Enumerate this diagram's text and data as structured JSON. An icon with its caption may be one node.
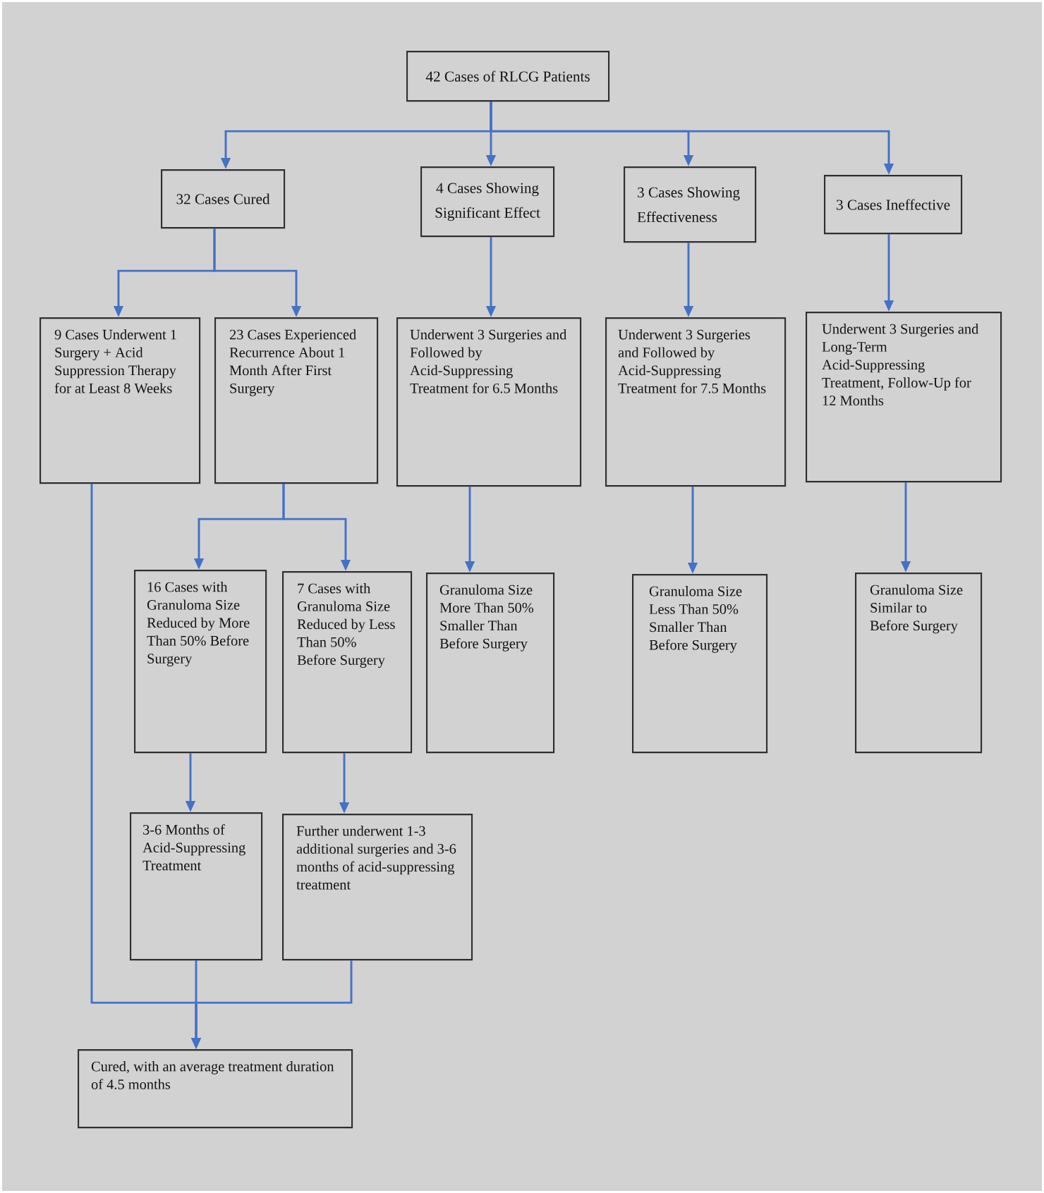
{
  "diagram": {
    "nodes": [
      {
        "text": [
          "42 Cases of RLCG Patients"
        ]
      },
      {
        "text": [
          "32 Cases Cured"
        ]
      },
      {
        "text": [
          "4 Cases Showing Significant Effect"
        ]
      },
      {
        "text": [
          "3 Cases Showing Effectiveness"
        ]
      },
      {
        "text": [
          "3 Cases Ineffective"
        ]
      },
      {
        "text": [
          "9 Cases Underwent 1 Surgery + Acid Suppression Therapy for at Least 8 Weeks"
        ]
      },
      {
        "text": [
          "23 Cases Experienced Recurrence About 1 Month After First Surgery"
        ]
      },
      {
        "text": [
          "Underwent 3 Surgeries and Followed by Acid-Suppressing Treatment for 6.5 Months"
        ]
      },
      {
        "text": [
          "Underwent 3 Surgeries and Followed by Acid-Suppressing Treatment for 7.5 Months"
        ]
      },
      {
        "text": [
          "Underwent 3 Surgeries and Long-Term Acid-Suppressing Treatment, Follow-Up for 12 Months"
        ]
      },
      {
        "text": [
          "16 Cases with Granuloma Size Reduced by More Than 50% Before Surgery"
        ]
      },
      {
        "text": [
          "7 Cases with Granuloma Size Reduced by Less Than 50% Before Surgery"
        ]
      },
      {
        "text": [
          "Granuloma Size More Than 50% Smaller Than Before Surgery"
        ]
      },
      {
        "text": [
          "Granuloma Size Less Than 50% Smaller Than Before Surgery"
        ]
      },
      {
        "text": [
          "Granuloma Size Similar to Before Surgery"
        ]
      },
      {
        "text": [
          "3-6 Months of Acid-Suppressing Treatment"
        ]
      },
      {
        "text": [
          "Further underwent 1-3 additional surgeries and 3-6 months of acid-suppressing treatment"
        ]
      },
      {
        "text": [
          "Cured, with an average treatment duration of 4.5 months"
        ]
      }
    ],
    "edges": [
      {
        "from": 0,
        "to": 1,
        "arrow": "to"
      },
      {
        "from": 0,
        "to": 2,
        "arrow": "to"
      },
      {
        "from": 0,
        "to": 3,
        "arrow": "to"
      },
      {
        "from": 0,
        "to": 4,
        "arrow": "to"
      },
      {
        "from": 1,
        "to": 5,
        "arrow": "to"
      },
      {
        "from": 1,
        "to": 6,
        "arrow": "to"
      },
      {
        "from": 2,
        "to": 7,
        "arrow": "to"
      },
      {
        "from": 3,
        "to": 8,
        "arrow": "to"
      },
      {
        "from": 4,
        "to": 9,
        "arrow": "to"
      },
      {
        "from": 6,
        "to": 10,
        "arrow": "to"
      },
      {
        "from": 6,
        "to": 11,
        "arrow": "to"
      },
      {
        "from": 7,
        "to": 12,
        "arrow": "to"
      },
      {
        "from": 8,
        "to": 13,
        "arrow": "to"
      },
      {
        "from": 9,
        "to": 14,
        "arrow": "to"
      },
      {
        "from": 10,
        "to": 15,
        "arrow": "to"
      },
      {
        "from": 11,
        "to": 16,
        "arrow": "to"
      },
      {
        "from": 5,
        "to": 17,
        "arrow": "to"
      },
      {
        "from": 15,
        "to": 17,
        "arrow": "to"
      },
      {
        "from": 16,
        "to": 17,
        "arrow": "to"
      }
    ]
  }
}
